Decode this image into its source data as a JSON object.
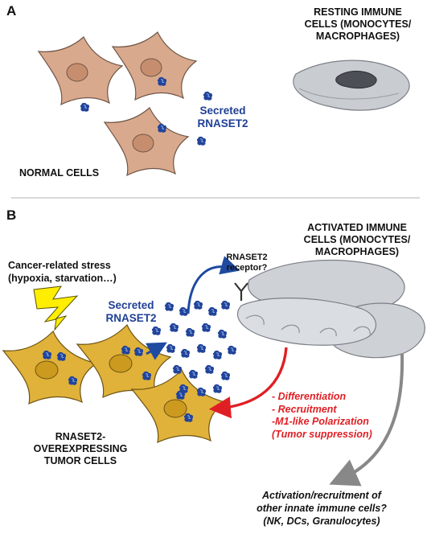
{
  "panels": {
    "a_label": "A",
    "b_label": "B"
  },
  "panel_a": {
    "resting_line1": "RESTING IMMUNE",
    "resting_line2": "CELLS (MONOCYTES/",
    "resting_line3": "MACROPHAGES)",
    "secreted_line1": "Secreted",
    "secreted_line2": "RNASET2",
    "normal_cells": "NORMAL CELLS"
  },
  "panel_b": {
    "activated_line1": "ACTIVATED IMMUNE",
    "activated_line2": "CELLS (MONOCYTES/",
    "activated_line3": "MACROPHAGES)",
    "receptor_line1": "RNASET2",
    "receptor_line2": "receptor?",
    "stress_line1": "Cancer-related stress",
    "stress_line2": "(hypoxia, starvation…)",
    "secreted_line1": "Secreted",
    "secreted_line2": "RNASET2",
    "effects": [
      "- Differentiation",
      "- Recruitment",
      "-M1-like Polarization",
      "(Tumor suppression)"
    ],
    "tumor_line1": "RNASET2-",
    "tumor_line2": "OVEREXPRESSING",
    "tumor_line3": "TUMOR CELLS",
    "bottom_line1": "Activation/recruitment of",
    "bottom_line2": "other innate immune cells?",
    "bottom_line3": "(NK, DCs, Granulocytes)"
  },
  "colors": {
    "protein_blue": "#22449a",
    "arrow_blue": "#1f4aa0",
    "arrow_red": "#e01f24",
    "arrow_gray": "#888888",
    "normal_cell": "#d9a98e",
    "tumor_cell": "#e0b23a",
    "immune_cell": "#c9ccd1",
    "lightning": "#ffee00"
  },
  "icons": [
    "rnaset2-protein-icon",
    "receptor-icon",
    "lightning-icon"
  ]
}
